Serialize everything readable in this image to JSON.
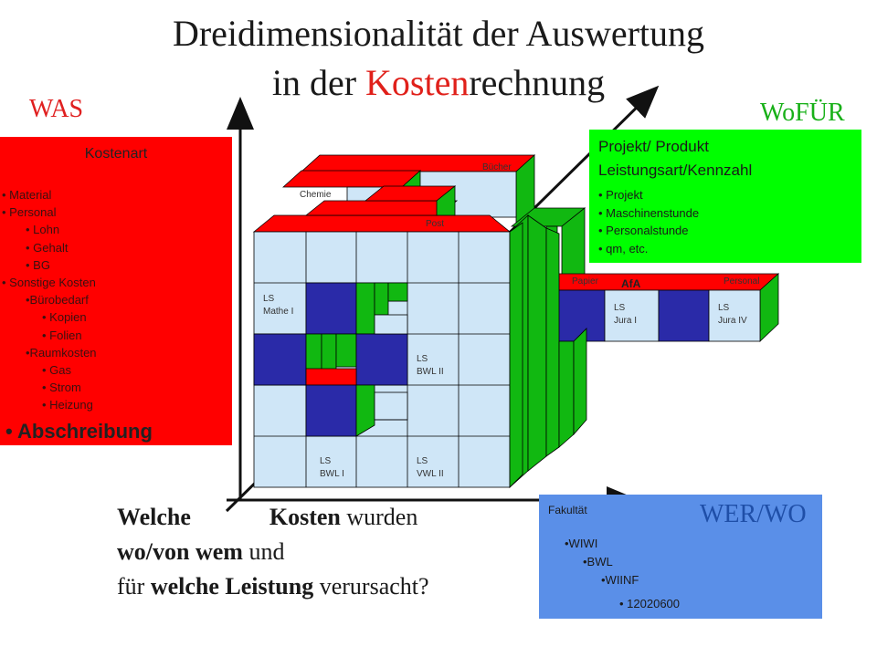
{
  "title": {
    "line1": "Dreidimensionalität der Auswertung",
    "line2_pre": "in der ",
    "line2_red": "Kosten",
    "line2_post": "rechnung"
  },
  "axes": {
    "was": "WAS",
    "wofuer": "WoFÜR",
    "werwo": "WER/WO"
  },
  "kostenart": {
    "header": "Kostenart",
    "items": [
      {
        "text": "• Material",
        "indent": 0
      },
      {
        "text": "• Personal",
        "indent": 0
      },
      {
        "text": "• Lohn",
        "indent": 1
      },
      {
        "text": "• Gehalt",
        "indent": 1
      },
      {
        "text": "• BG",
        "indent": 1
      },
      {
        "text": "• Sonstige Kosten",
        "indent": 0
      },
      {
        "text": "•Bürobedarf",
        "indent": 1
      },
      {
        "text": "• Kopien",
        "indent": 2
      },
      {
        "text": "• Folien",
        "indent": 2
      },
      {
        "text": "•Raumkosten",
        "indent": 1
      },
      {
        "text": "• Gas",
        "indent": 2
      },
      {
        "text": "• Strom",
        "indent": 2
      },
      {
        "text": "• Heizung",
        "indent": 2
      }
    ],
    "highlight": "• Abschreibung"
  },
  "projekt": {
    "line1": "Projekt/ Produkt",
    "line2": "Leistungsart/Kennzahl",
    "items": [
      "• Projekt",
      "• Maschinenstunde",
      "• Personalstunde",
      "• qm, etc."
    ]
  },
  "fakultaet": {
    "header": "Fakultät",
    "items": [
      "•WIWI",
      "•BWL",
      "•WIINF",
      "• 12020600"
    ]
  },
  "question": {
    "w1": "Welche",
    "w2": "Kosten",
    "w3": " wurden",
    "l2a": "wo/von wem",
    "l2b": " und",
    "l3a": "für ",
    "l3b": "welche Leistung",
    "l3c": " verursacht?"
  },
  "cube": {
    "top_labels": {
      "buecher": "Bücher",
      "chemie": "Chemie",
      "post": "Post",
      "papier": "Papier",
      "afa": "AfA",
      "personal": "Personal"
    },
    "cell_labels": {
      "mathe1": [
        "LS",
        "Mathe I"
      ],
      "bwl2": [
        "LS",
        "BWL II"
      ],
      "bwl1": [
        "LS",
        "BWL I"
      ],
      "vwl2": [
        "LS",
        "VWL II"
      ],
      "jura1": [
        "LS",
        "Jura I"
      ],
      "jura4": [
        "LS",
        "Jura IV"
      ]
    }
  },
  "colors": {
    "red": "#ff0000",
    "green": "#00ff00",
    "blue": "#5a8fe8",
    "cell": "#cfe6f7",
    "darkblue": "#2a2aa8",
    "cubegreen": "#11b811"
  }
}
